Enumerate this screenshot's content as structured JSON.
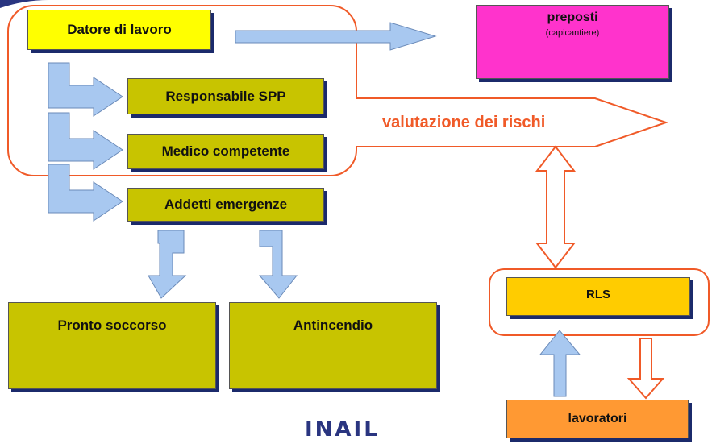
{
  "nodes": {
    "datore": "Datore di lavoro",
    "preposti_title": "preposti",
    "preposti_sub": "(capicantiere)",
    "rspp": "Responsabile SPP",
    "medico": "Medico competente",
    "addetti": "Addetti emergenze",
    "pronto": "Pronto soccorso",
    "antincendio": "Antincendio",
    "rls": "RLS",
    "lavoratori": "lavoratori"
  },
  "valutazione": "valutazione dei rischi",
  "logo": "INAIL",
  "colors": {
    "datore": "#ffff00",
    "olive": "#c8c400",
    "preposti": "#ff33cc",
    "rls": "#ffcc00",
    "lavoratori": "#ff9933",
    "outline": "#f05a28",
    "arrow_fill": "#a8c8f0",
    "logo": "#2a3580"
  }
}
